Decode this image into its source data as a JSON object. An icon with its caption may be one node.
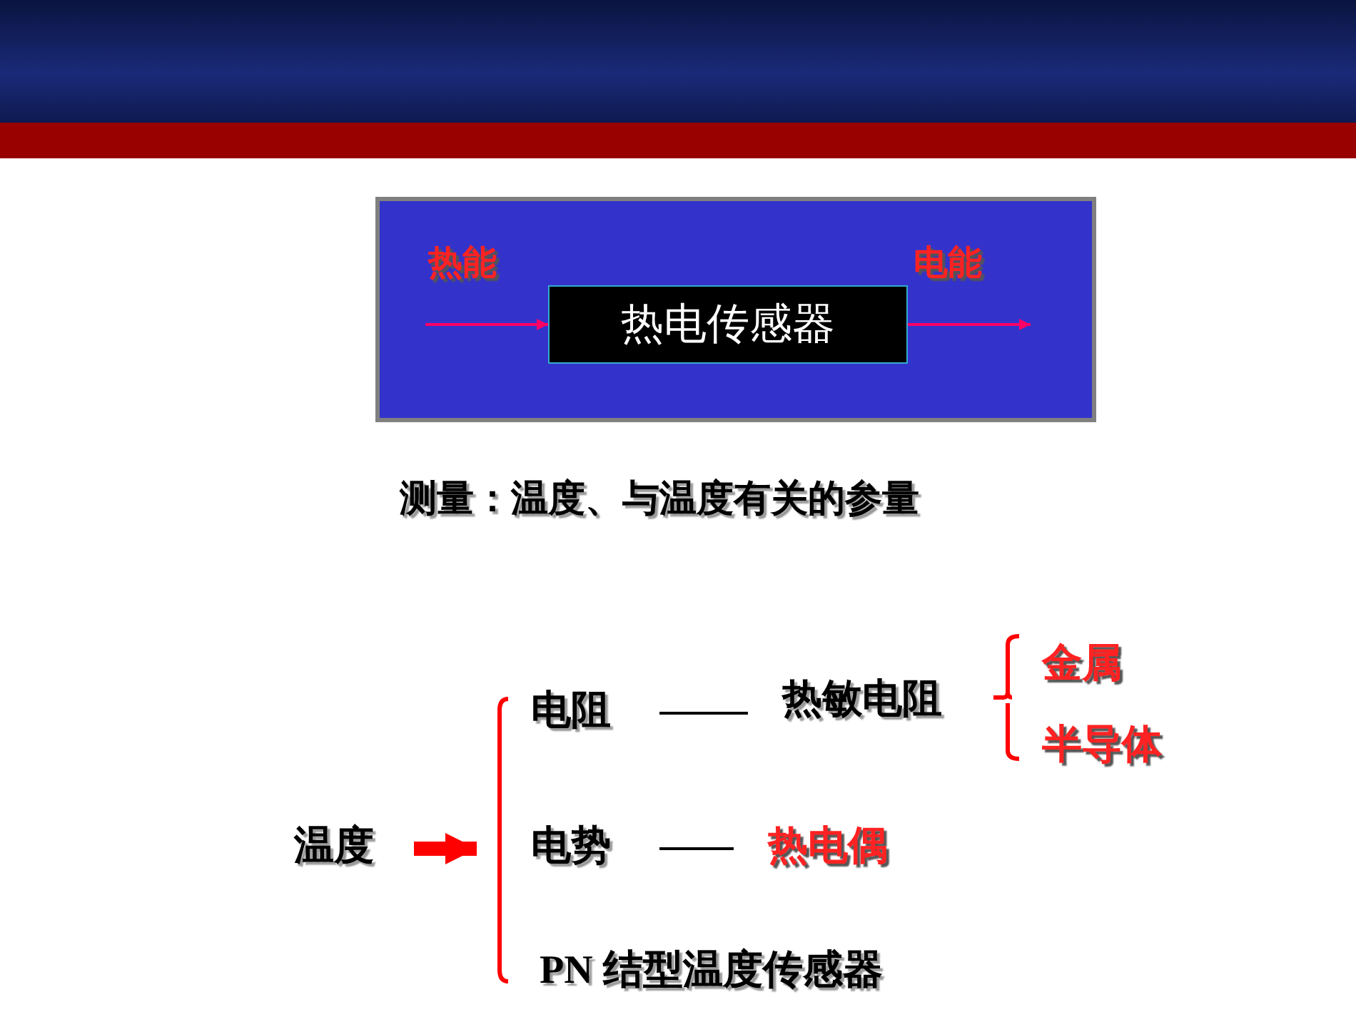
{
  "diagram": {
    "nodes": [
      {
        "text": [],
        "shape": "box"
      },
      {
        "text": [
          "热电传感器"
        ],
        "in": 0
      },
      {
        "text": [
          "温度"
        ]
      },
      {
        "text": [],
        "shape": "bracket"
      },
      {
        "text": [
          "电阻"
        ]
      },
      {
        "text": [
          "电势"
        ]
      },
      {
        "text": [
          "PN 结型温度传感器"
        ]
      },
      {
        "text": [
          "热敏电阻"
        ]
      },
      {
        "text": [
          "热电偶"
        ]
      },
      {
        "text": [],
        "shape": "brace"
      },
      {
        "text": [
          "金属"
        ]
      },
      {
        "text": [
          "半导体"
        ]
      }
    ],
    "edges": [
      {
        "from": null,
        "to": 1,
        "arrow": "to",
        "label": "热能",
        "color": "#ff0066"
      },
      {
        "from": 1,
        "to": null,
        "arrow": "to",
        "label": "电能",
        "color": "#ff0066"
      },
      {
        "from": 2,
        "to": 3,
        "arrow": "to",
        "style": "thick",
        "color": "#ff0000"
      },
      {
        "from": 4,
        "to": 7,
        "arrow": "none",
        "color": "#000000"
      },
      {
        "from": 5,
        "to": 8,
        "arrow": "none",
        "color": "#000000"
      }
    ],
    "labels": [
      "测量：温度、与温度有关的参量"
    ]
  }
}
